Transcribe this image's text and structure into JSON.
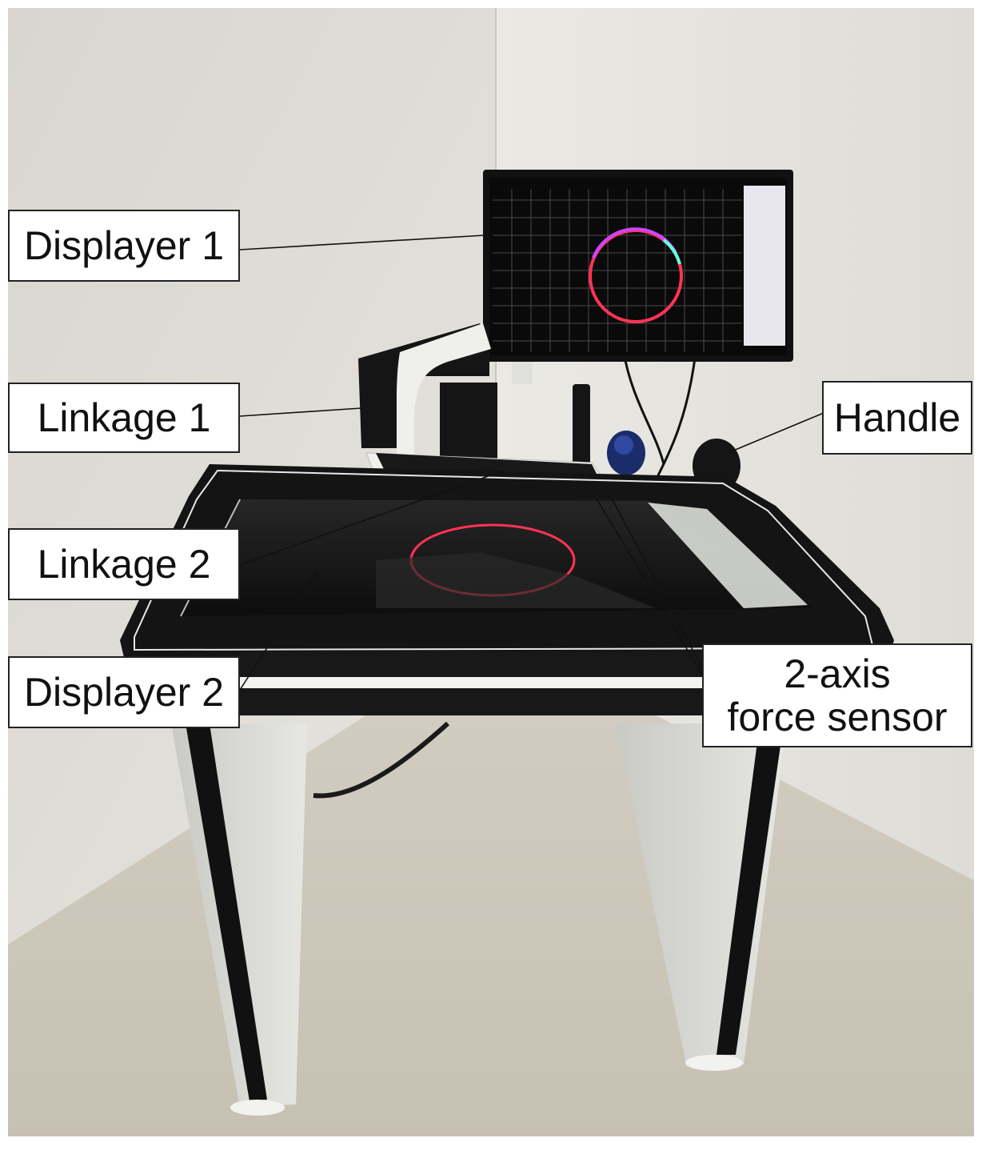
{
  "labels": {
    "displayer1": "Displayer 1",
    "linkage1": "Linkage 1",
    "linkage2": "Linkage 2",
    "displayer2": "Displayer 2",
    "handle": "Handle",
    "sensor_line1": "2-axis",
    "sensor_line2": "force sensor"
  },
  "colors": {
    "wall": "#dcdad4",
    "floor": "#cbc6b8",
    "screen_bg": "#0a0a0a",
    "grid": "#4a4a4a",
    "trace_red": "#ff3355",
    "trace_magenta": "#cc44ff",
    "trace_cyan": "#66ffdd",
    "table_black": "#1b1b1b",
    "table_white": "#f2f2f0"
  }
}
